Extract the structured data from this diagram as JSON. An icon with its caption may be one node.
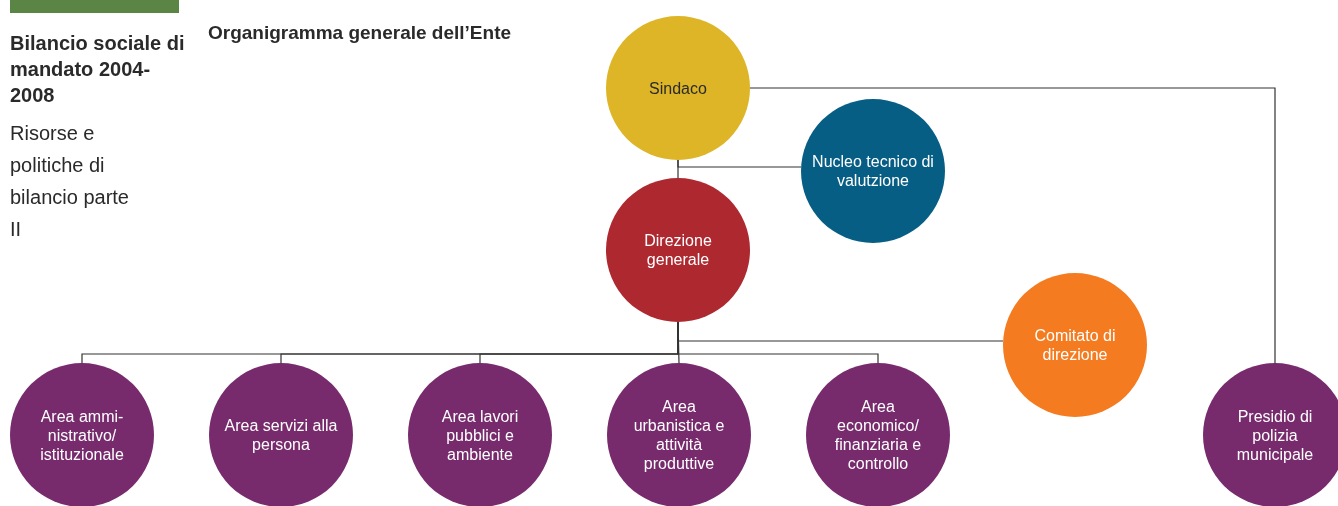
{
  "diagram": {
    "title": "Organigramma generale dell’Ente",
    "nodes": [
      {
        "text": [
          "Sindaco"
        ]
      },
      {
        "text": [
          "Nucleo tecnico di valutzione"
        ]
      },
      {
        "text": [
          "Direzione generale"
        ]
      },
      {
        "text": [
          "Comitato di direzione"
        ]
      },
      {
        "text": [
          "Area ammi- nistrativo/ istituzionale"
        ]
      },
      {
        "text": [
          "Area servizi alla persona"
        ]
      },
      {
        "text": [
          "Area lavori pubblici e ambiente"
        ]
      },
      {
        "text": [
          "Area urbanistica e attività produttive"
        ]
      },
      {
        "text": [
          "Area economico/ finanziaria e controllo"
        ]
      },
      {
        "text": [
          "Presidio di polizia municipale"
        ]
      }
    ],
    "edges": [
      {
        "from": 0,
        "to": 2,
        "arrow": "none"
      },
      {
        "from": 0,
        "to": 1,
        "arrow": "none"
      },
      {
        "from": 2,
        "to": 3,
        "arrow": "none"
      },
      {
        "from": 2,
        "to": 4,
        "arrow": "none"
      },
      {
        "from": 2,
        "to": 5,
        "arrow": "none"
      },
      {
        "from": 2,
        "to": 6,
        "arrow": "none"
      },
      {
        "from": 2,
        "to": 7,
        "arrow": "none"
      },
      {
        "from": 2,
        "to": 8,
        "arrow": "none"
      },
      {
        "from": 0,
        "to": 9,
        "arrow": "none"
      }
    ],
    "labels": [
      "Bilancio sociale di mandato 2004-2008",
      "Risorse e politiche di bilancio parte II"
    ]
  }
}
